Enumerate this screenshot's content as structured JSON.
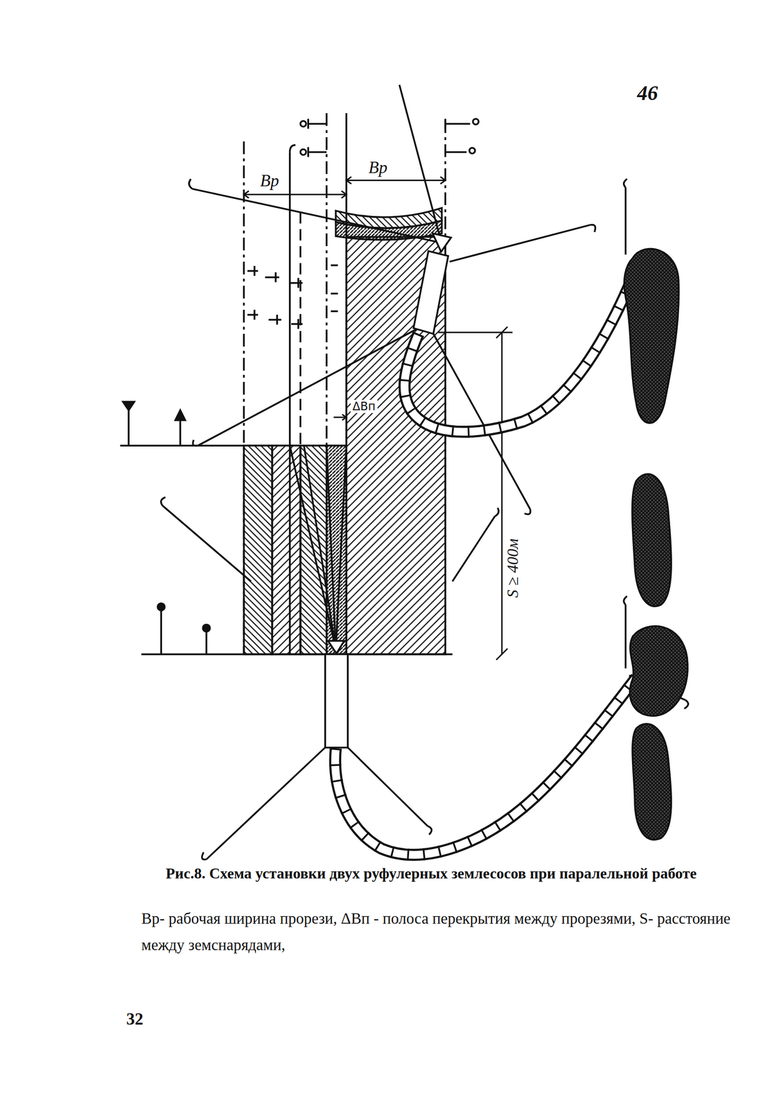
{
  "diagram": {
    "caption": "Рис.8. Схема установки двух руфулерных землесосов при паралельной работе",
    "labels": [
      "46",
      "Bp",
      "Bp",
      "ΔBп",
      "S ≥ 400м",
      "Bр- рабочая ширина прорези, ΔBп - полоса перекрытия между прорезями, S- расстояние между земснарядами,",
      "32"
    ]
  }
}
